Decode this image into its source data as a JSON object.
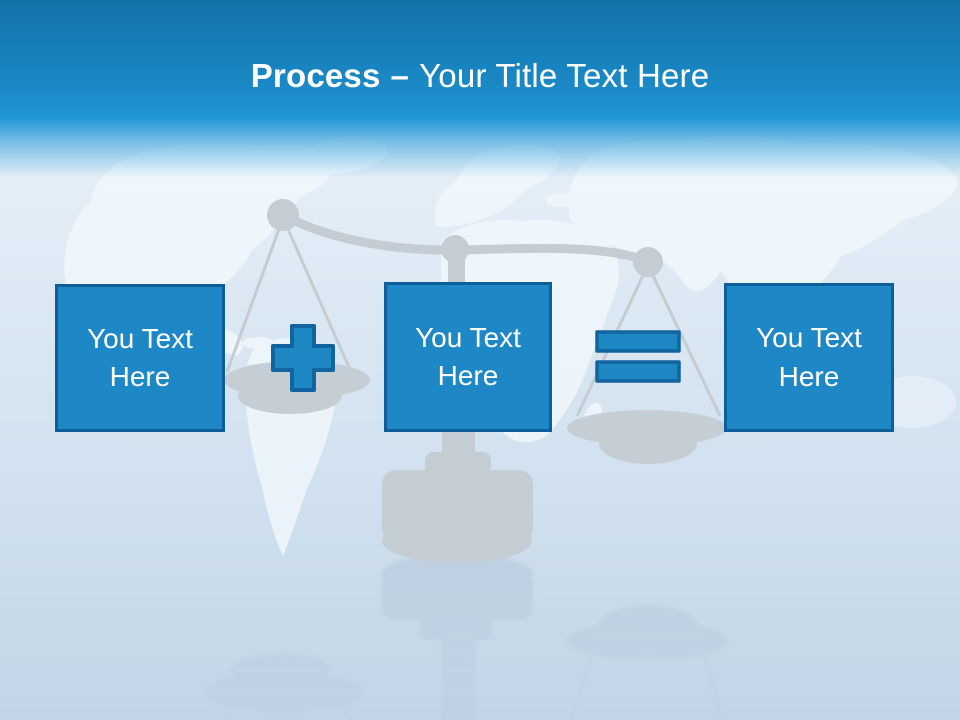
{
  "slide": {
    "title": {
      "bold": "Process",
      "dash": "–",
      "rest": "Your Title Text Here"
    },
    "boxes": [
      {
        "label": "You Text Here"
      },
      {
        "label": "You Text Here"
      },
      {
        "label": "You Text Here"
      }
    ],
    "operators": [
      {
        "icon": "plus-icon",
        "meaning": "plus"
      },
      {
        "icon": "equals-icon",
        "meaning": "equals"
      }
    ],
    "illustration": {
      "name": "balance-scale-with-world-map",
      "parts": [
        "beam",
        "pivot-ball",
        "left-ball",
        "right-ball",
        "left-pan",
        "right-pan",
        "pedestal",
        "floor-reflections"
      ]
    },
    "colors": {
      "header_top": "#1172a7",
      "header_bottom": "#2196d6",
      "box_fill": "#1e87c5",
      "box_border": "#0e5f99",
      "operator_fill": "#1e88c5",
      "operator_border": "#11649e",
      "scale_gray": "#c5cdd4",
      "map_land": "#f3f9fd",
      "background_bottom": "#c2d4e6",
      "title_text": "#ffffff",
      "box_text": "#ffffff"
    }
  }
}
